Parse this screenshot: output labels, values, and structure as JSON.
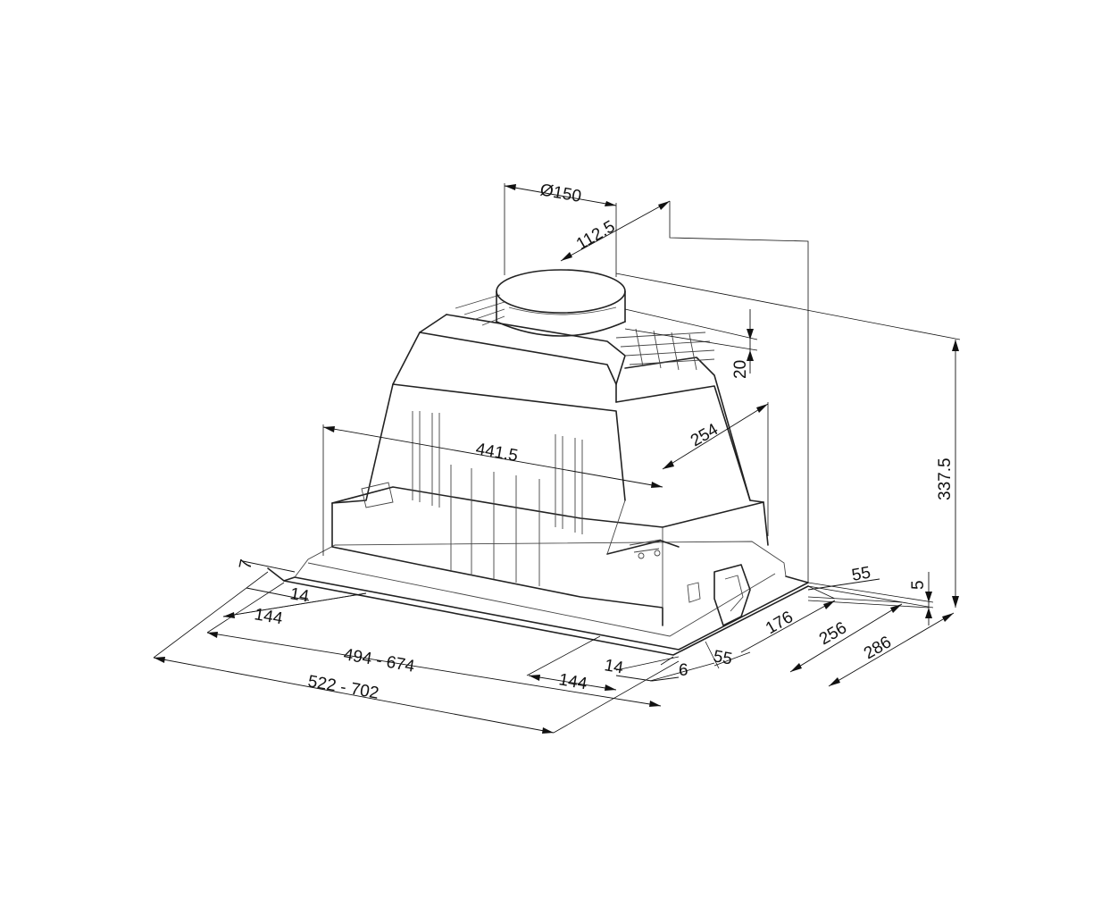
{
  "drawing": {
    "dimensions": {
      "diameter": "Ø150",
      "duct_offset": "112.5",
      "collar_height": "20",
      "total_height": "337.5",
      "body_width": "441.5",
      "body_depth": "254",
      "lip_height": "7",
      "left_inset": "14",
      "left_144": "144",
      "cutout_width": "494  -  674",
      "overall_width": "522  -  702",
      "right_144": "144",
      "right_14": "14",
      "front_6": "6",
      "front_55": "55",
      "rear_55": "55",
      "front_lip_5": "5",
      "depth_176": "176",
      "depth_256": "256",
      "depth_286": "286"
    }
  }
}
